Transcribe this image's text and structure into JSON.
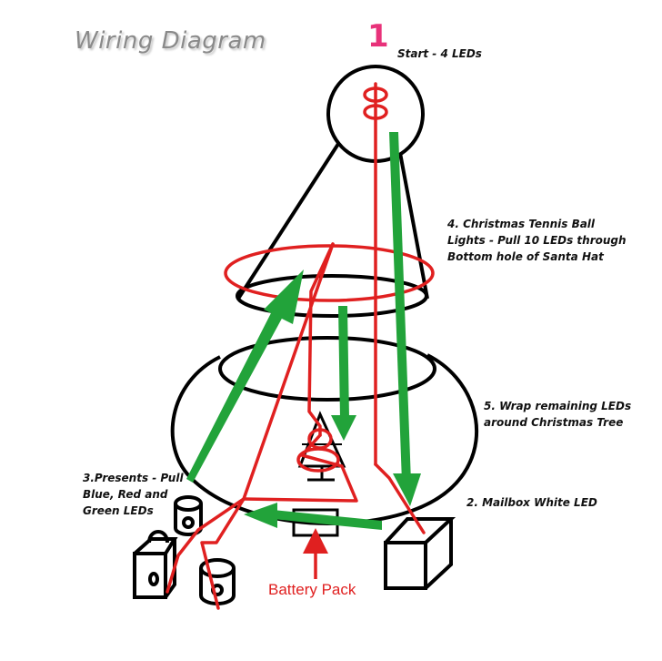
{
  "title": "Wiring Diagram",
  "step_marker": "1",
  "labels": {
    "start": "Start - 4 LEDs",
    "tennis_ball": [
      "4. Christmas Tennis Ball",
      "Lights - Pull 10 LEDs through",
      "Bottom hole of Santa Hat"
    ],
    "wrap": [
      "5. Wrap remaining LEDs",
      "around Christmas Tree"
    ],
    "presents": [
      "3.Presents - Pull",
      "Blue, Red and",
      "Green LEDs"
    ],
    "mailbox": "2. Mailbox White LED",
    "battery": "Battery Pack"
  },
  "colors": {
    "outline": "#000000",
    "wire": "#e02020",
    "arrow": "#22a33a",
    "title": "#8a8a8a",
    "step": "#e8327a"
  }
}
